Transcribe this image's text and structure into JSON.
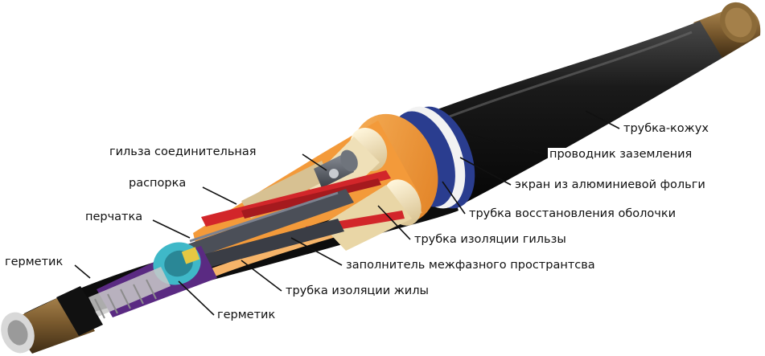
{
  "labels": {
    "outer_sheath_tube": "трубка-кожух",
    "ground_conductor": "проводник заземления",
    "aluminum_foil_screen": "экран из алюминиевой фольги",
    "sheath_restoration_tube": "трубка восстановления оболочки",
    "sleeve_insulation_tube": "трубка изоляции гильзы",
    "interphase_filler": "заполнитель межфазного пространтсва",
    "core_insulation_tube": "трубка изоляции жилы",
    "sealant_bottom": "герметик",
    "sealant_left": "герметик",
    "glove": "перчатка",
    "spacer": "распорка",
    "connecting_sleeve": "гильза соединительная"
  },
  "colors": {
    "sheath_black": "#151515",
    "cable_brown": "#7a5a2e",
    "orange_filler": "#f39a3a",
    "cream_tube": "#f4e7c4",
    "red_spacer": "#d2262a",
    "blue_band": "#2a3d8f",
    "purple_glove": "#5a2a82",
    "cyan_sealant": "#3fb8c8",
    "white_band": "#f2f2f2",
    "leader_line": "#111111"
  }
}
